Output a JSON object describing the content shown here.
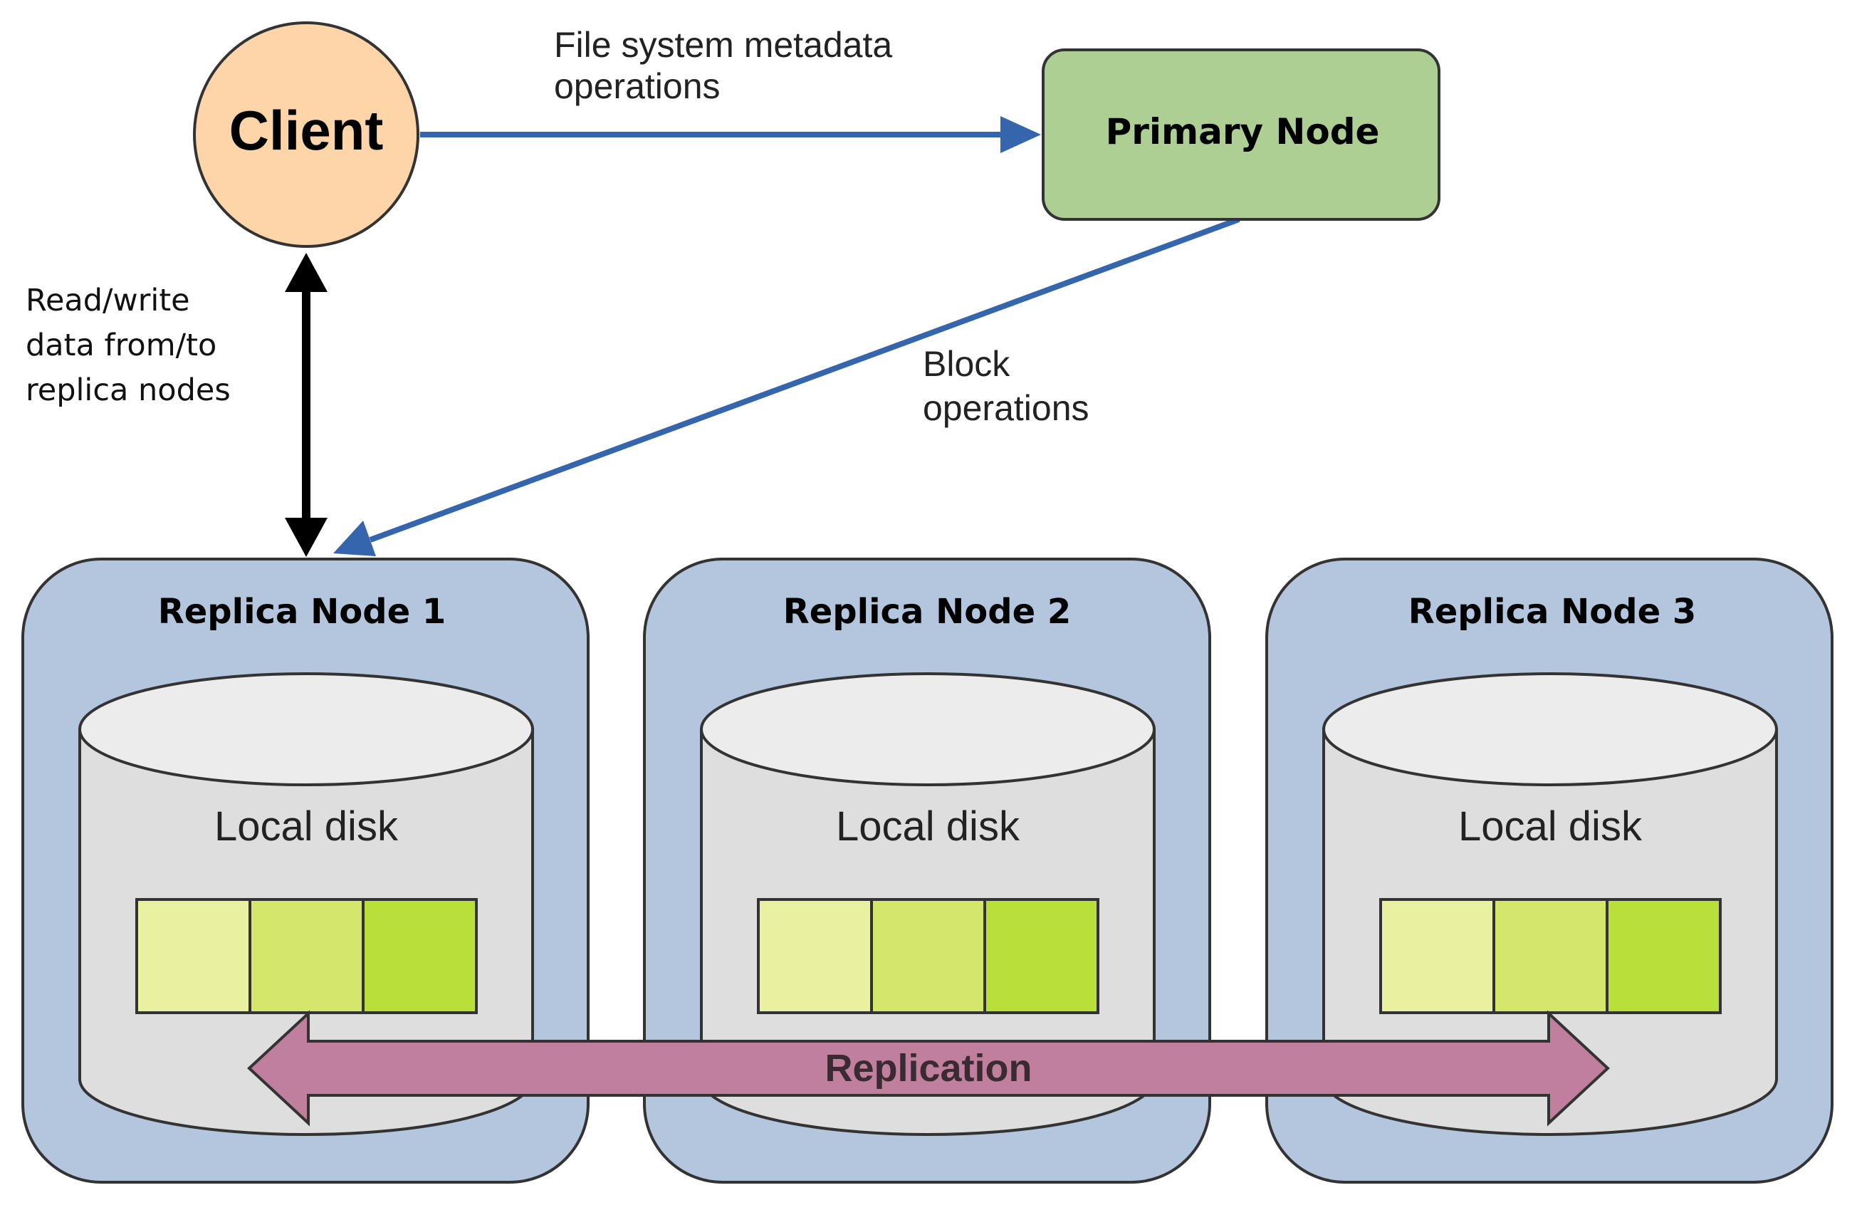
{
  "client": {
    "label": "Client"
  },
  "primary_node": {
    "label": "Primary Node"
  },
  "edges": {
    "metadata_ops": {
      "line1": "File system metadata",
      "line2": "operations"
    },
    "block_ops": {
      "line1": "Block",
      "line2": "operations"
    },
    "read_write": {
      "line1": "Read/write",
      "line2": "data from/to",
      "line3": "replica nodes"
    },
    "replication": {
      "label": "Replication"
    }
  },
  "replica_nodes": [
    {
      "label": "Replica Node 1",
      "disk_label": "Local disk"
    },
    {
      "label": "Replica Node 2",
      "disk_label": "Local disk"
    },
    {
      "label": "Replica Node 3",
      "disk_label": "Local disk"
    }
  ],
  "colors": {
    "client_fill": "#fdd5a8",
    "primary_fill": "#aecf94",
    "replica_fill": "#b3c6dd",
    "disk_fill": "#dedede",
    "disk_top": "#ececec",
    "block_1": "#e9f1a0",
    "block_2": "#d5e76a",
    "block_3": "#b9e03a",
    "flow_arrow": "#3465ad",
    "data_arrow": "#000000",
    "replication_fill": "#c07f9c"
  }
}
